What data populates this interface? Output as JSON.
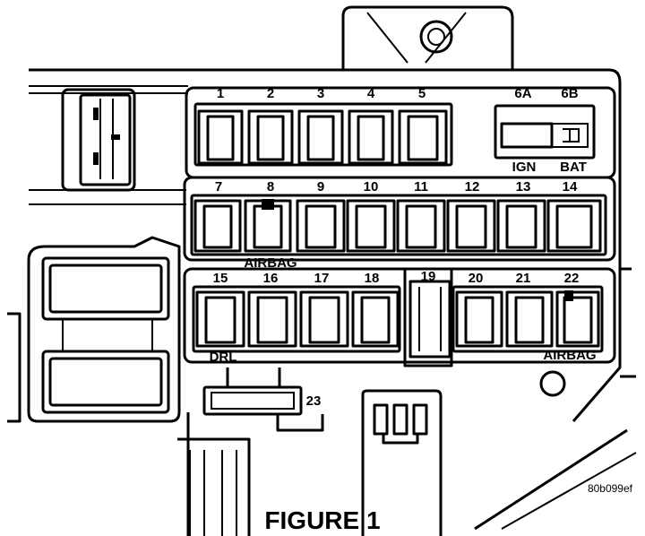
{
  "fuse_labels": {
    "f1": "1",
    "f2": "2",
    "f3": "3",
    "f4": "4",
    "f5": "5",
    "f6a": "6A",
    "f6b": "6B",
    "f7": "7",
    "f8": "8",
    "f9": "9",
    "f10": "10",
    "f11": "11",
    "f12": "12",
    "f13": "13",
    "f14": "14",
    "f15": "15",
    "f16": "16",
    "f17": "17",
    "f18": "18",
    "f19": "19",
    "f20": "20",
    "f21": "21",
    "f22": "22",
    "f23": "23"
  },
  "circuit_labels": {
    "ign": "IGN",
    "bat": "BAT",
    "airbag_row2": "AIRBAG",
    "drl": "DRL",
    "airbag_row3": "AIRBAG"
  },
  "figure_code": "80b099ef",
  "caption": "FIGURE 1"
}
